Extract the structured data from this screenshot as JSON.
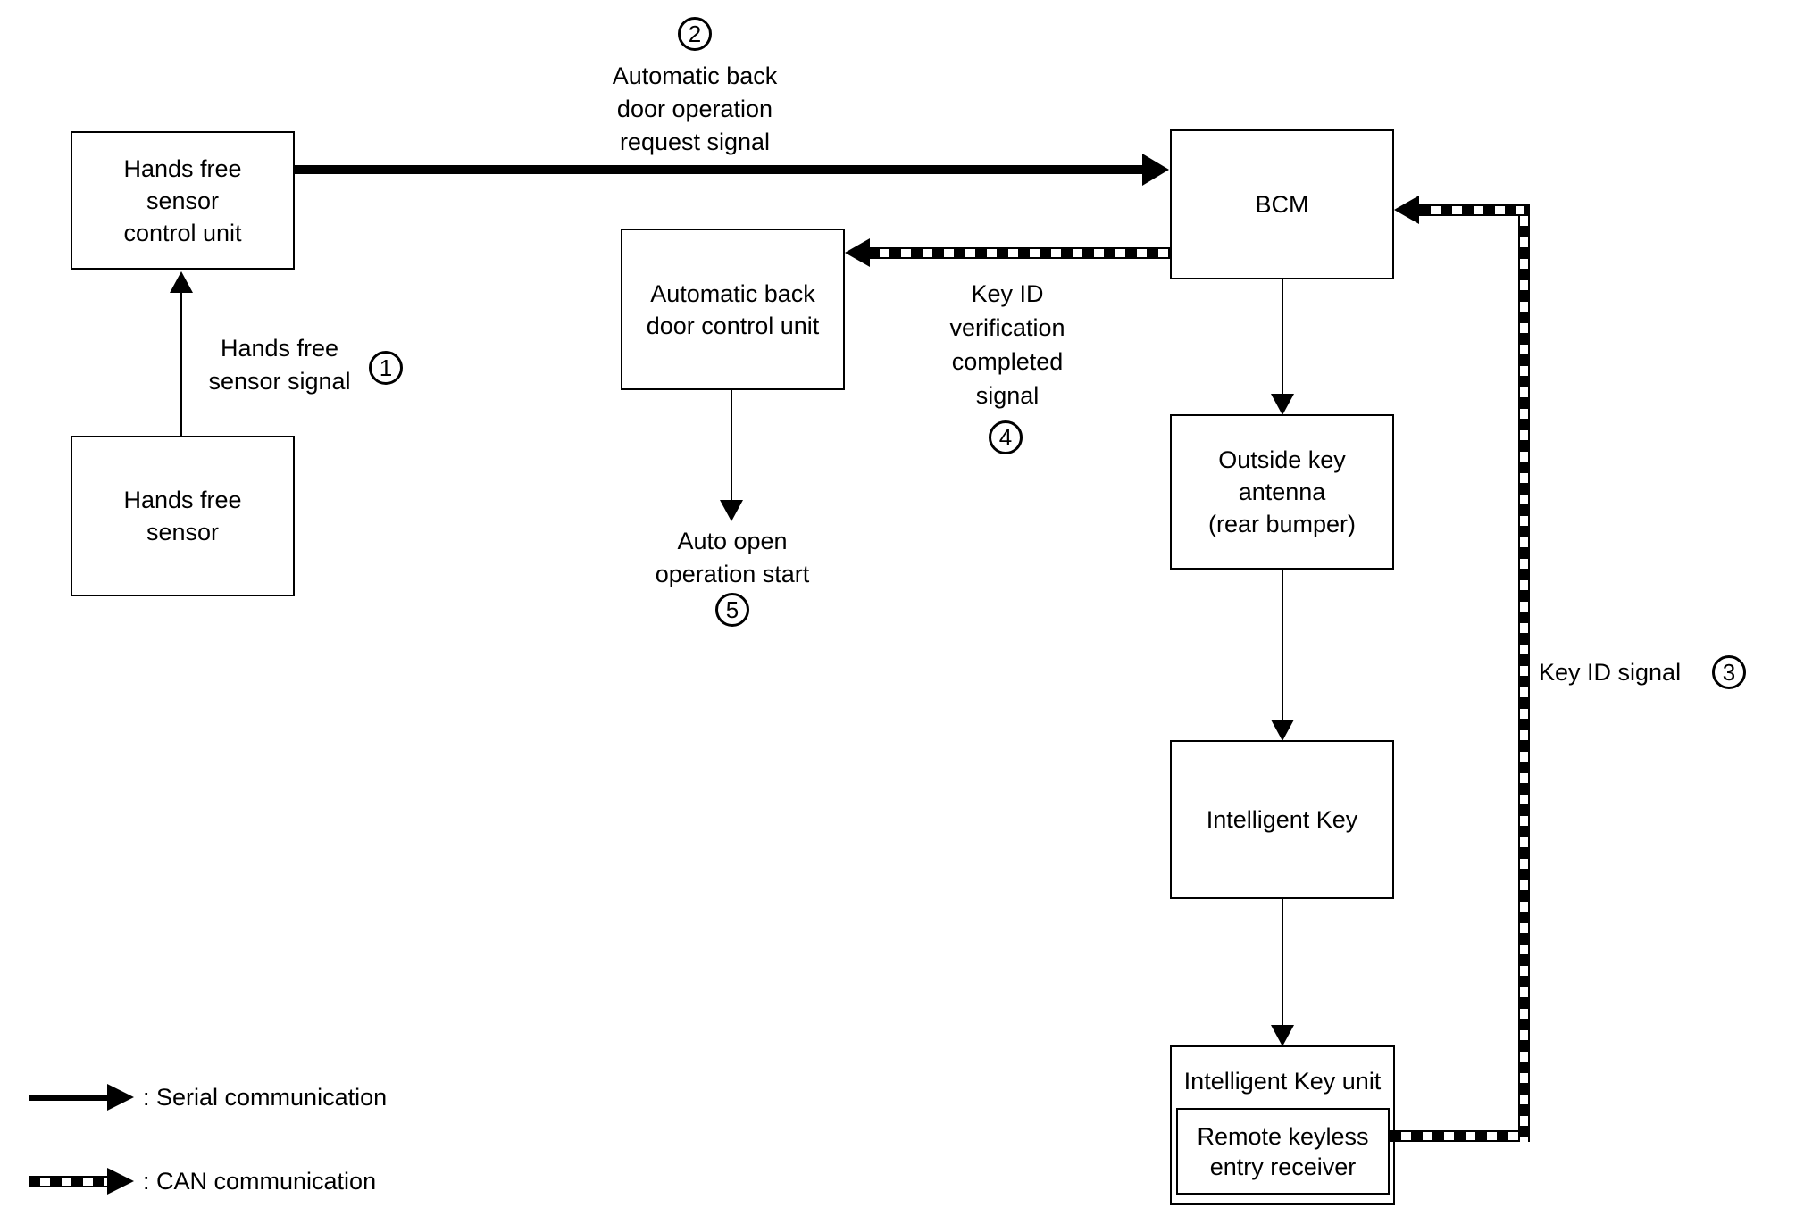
{
  "nodes": {
    "hands_free_sensor_control_unit": {
      "label": "Hands free\nsensor\ncontrol unit"
    },
    "hands_free_sensor": {
      "label": "Hands free\nsensor"
    },
    "automatic_back_door_control_unit": {
      "label": "Automatic back\ndoor control unit"
    },
    "bcm": {
      "label": "BCM"
    },
    "outside_key_antenna": {
      "label": "Outside key\nantenna\n(rear bumper)"
    },
    "intelligent_key": {
      "label": "Intelligent Key"
    },
    "intelligent_key_unit": {
      "label": "Intelligent Key unit"
    },
    "remote_keyless_entry_receiver": {
      "label": "Remote keyless\nentry receiver"
    }
  },
  "signals": {
    "s1": {
      "num": "1",
      "label": "Hands free\nsensor signal"
    },
    "s2": {
      "num": "2",
      "label": "Automatic back\ndoor operation\nrequest signal"
    },
    "s3": {
      "num": "3",
      "label": "Key ID signal"
    },
    "s4": {
      "num": "4",
      "label": "Key ID\nverification\ncompleted\nsignal"
    },
    "s5": {
      "num": "5",
      "label": "Auto open\noperation start"
    }
  },
  "legend": {
    "serial": ": Serial communication",
    "can": ": CAN communication"
  },
  "colors": {
    "line": "#000000",
    "background": "#ffffff"
  }
}
